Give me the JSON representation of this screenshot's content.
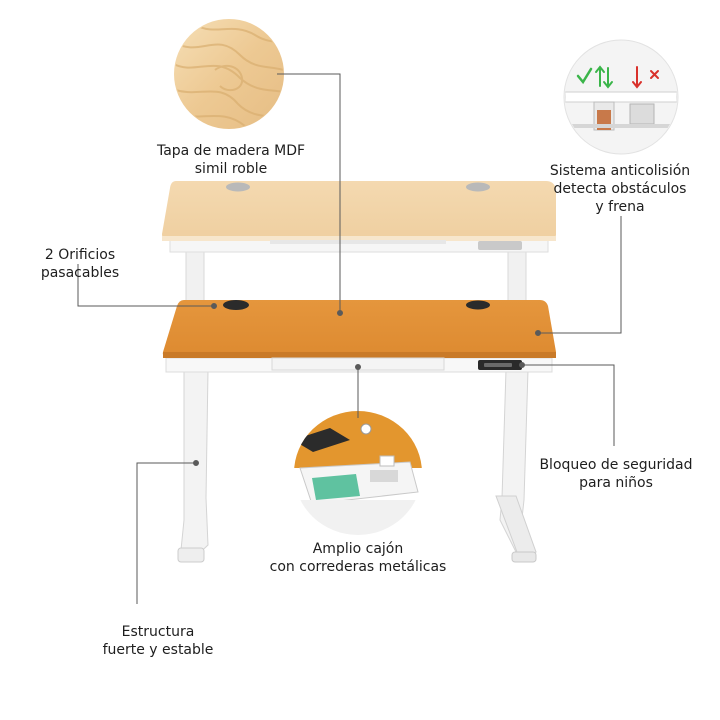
{
  "features": {
    "top": {
      "line1": "Tapa de madera MDF",
      "line2": "simil roble"
    },
    "anticollision": {
      "line1": "Sistema anticolisión",
      "line2": "detecta obstáculos",
      "line3": "y frena"
    },
    "holes": {
      "line1": "2 Orificios",
      "line2": "pasacables"
    },
    "lock": {
      "line1": "Bloqueo de seguridad",
      "line2": "para niños"
    },
    "drawer": {
      "line1": "Amplio cajón",
      "line2": "con correderas metálicas"
    },
    "frame": {
      "line1": "Estructura",
      "line2": "fuerte y estable"
    }
  },
  "colors": {
    "oak_light": "#f2d5a8",
    "oak_orange": "#e89a3c",
    "frame_white": "#f4f4f4",
    "line": "#5a5a5a",
    "text": "#1e1e1e",
    "check_green": "#3bb54a",
    "cross_red": "#d9312b"
  }
}
